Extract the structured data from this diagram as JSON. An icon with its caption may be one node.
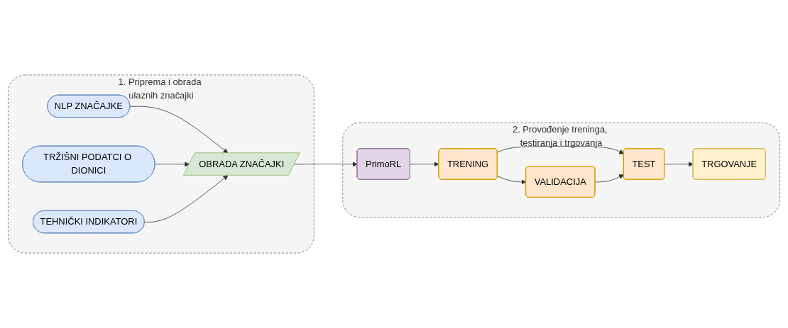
{
  "diagram": {
    "nodes": [
      {
        "text": [
          "1. Priprema i obrada ulaznih značajki"
        ]
      },
      {
        "text": [
          "NLP ZNAČAJKE"
        ],
        "in": 0
      },
      {
        "text": [
          "TRŽIŠNI PODATCI O DIONICI"
        ],
        "in": 0
      },
      {
        "text": [
          "TEHNIČKI INDIKATORI"
        ],
        "in": 0
      },
      {
        "text": [
          "OBRADA ZNAČAJKI"
        ],
        "in": 0
      },
      {
        "text": [
          "2. Provođenje treninga, testiranja i trgovanja"
        ]
      },
      {
        "text": [
          "PrimoRL"
        ],
        "in": 5
      },
      {
        "text": [
          "TRENING"
        ],
        "in": 5
      },
      {
        "text": [
          "VALIDACIJA"
        ],
        "in": 5
      },
      {
        "text": [
          "TEST"
        ],
        "in": 5
      },
      {
        "text": [
          "TRGOVANJE"
        ],
        "in": 5
      }
    ],
    "edges": [
      {
        "from": 1,
        "to": 4,
        "arrow": "to"
      },
      {
        "from": 2,
        "to": 4,
        "arrow": "to"
      },
      {
        "from": 3,
        "to": 4,
        "arrow": "to"
      },
      {
        "from": 4,
        "to": 6,
        "arrow": "to"
      },
      {
        "from": 6,
        "to": 7,
        "arrow": "to"
      },
      {
        "from": 7,
        "to": 9,
        "arrow": "to"
      },
      {
        "from": 7,
        "to": 8,
        "arrow": "to"
      },
      {
        "from": 8,
        "to": 9,
        "arrow": "to"
      },
      {
        "from": 9,
        "to": 10,
        "arrow": "to"
      }
    ]
  }
}
